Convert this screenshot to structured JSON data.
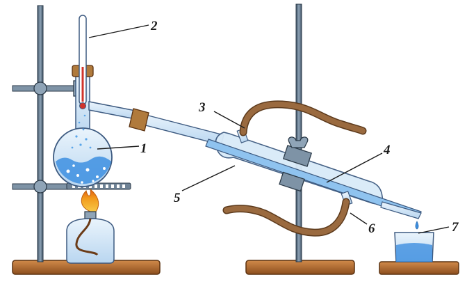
{
  "callouts": [
    {
      "id": "flask",
      "text": "1"
    },
    {
      "id": "thermometer",
      "text": "2"
    },
    {
      "id": "water-inlet",
      "text": "3"
    },
    {
      "id": "inner-tube",
      "text": "4"
    },
    {
      "id": "condenser",
      "text": "5"
    },
    {
      "id": "water-outlet",
      "text": "6"
    },
    {
      "id": "receiver",
      "text": "7"
    }
  ],
  "colors": {
    "stand_rod": "#5a6f82",
    "stand_base": "#b36a2e",
    "glass": "#cfe3f5",
    "glass_edge": "#3d5a80",
    "liquid": "#3d8fe0",
    "hose": "#9a6a3f",
    "flame": "#f2a51c",
    "cork": "#b07a3c"
  }
}
